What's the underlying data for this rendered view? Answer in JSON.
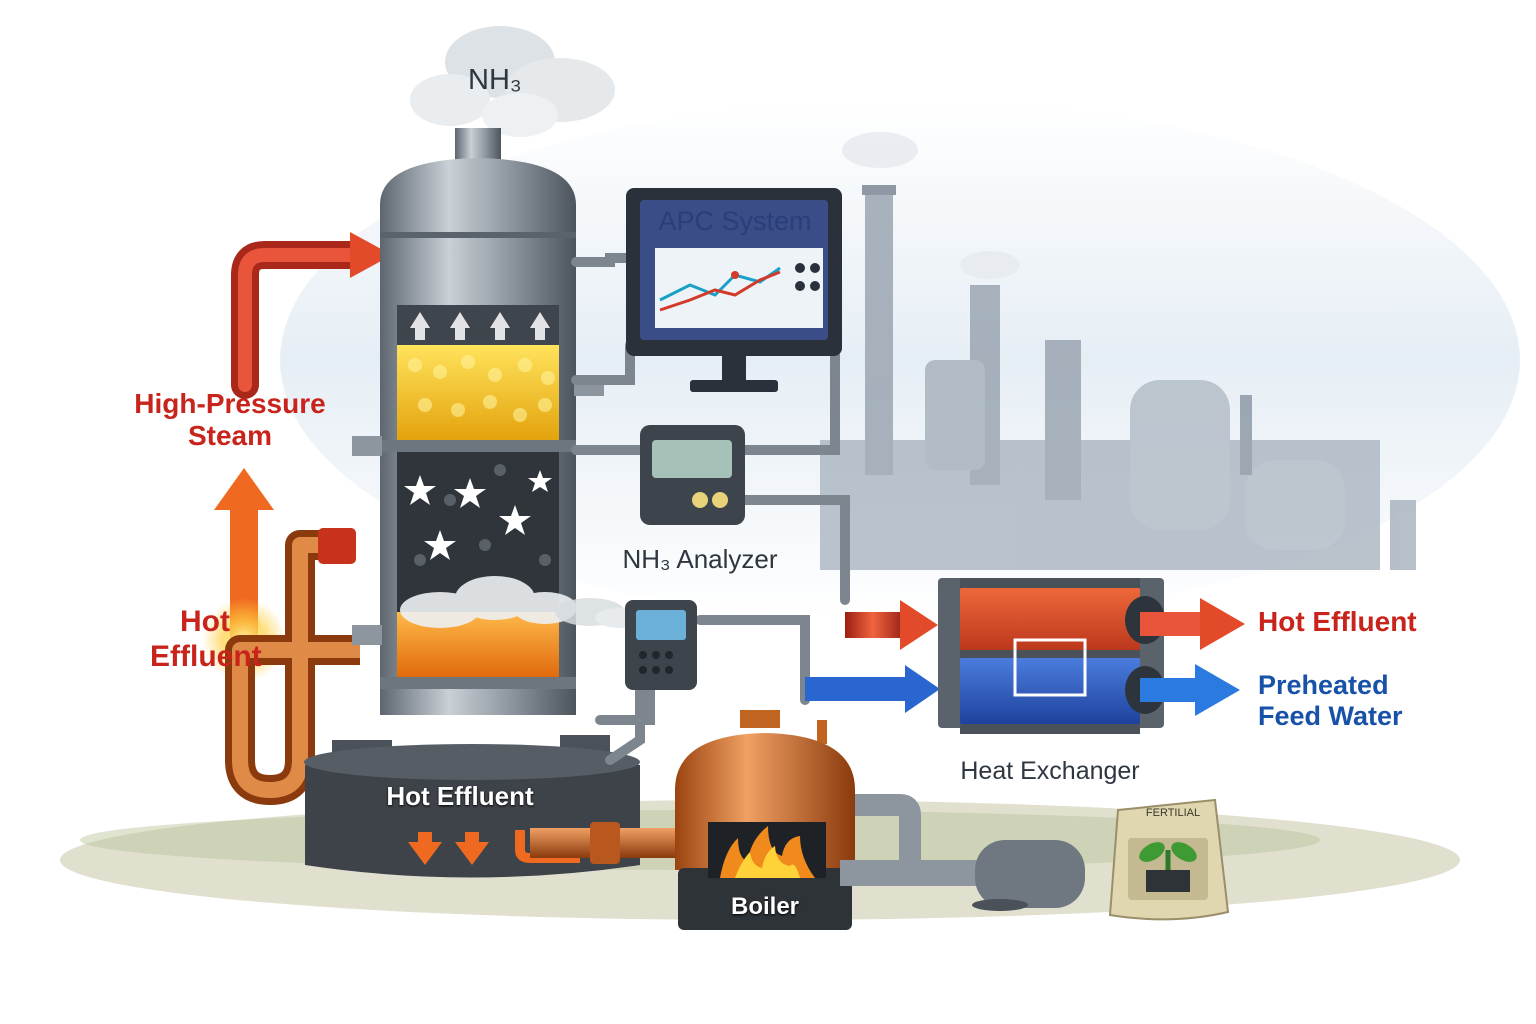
{
  "labels": {
    "nh3_top": "NH₃",
    "apc_system": "APC System",
    "high_pressure_steam": "High-Pressure\nSteam",
    "hot_effluent_left": "Hot\nEffluent",
    "nh3_analyzer": "NH₃ Analyzer",
    "hot_effluent_right": "Hot Effluent",
    "preheated_feed_water": "Preheated\nFeed Water",
    "heat_exchanger": "Heat Exchanger",
    "hot_effluent_base": "Hot Effluent",
    "boiler": "Boiler",
    "fertilizer_bag": "FERTILIAL"
  },
  "colors": {
    "hot": "#d9321f",
    "cold": "#1f5fc8",
    "steel": "#8c959e",
    "copper": "#d4712a",
    "catalyst_yellow": "#f2c21b",
    "catalyst_orange": "#ef8a16",
    "label_red": "#c8241c",
    "label_blue": "#1752a8"
  }
}
